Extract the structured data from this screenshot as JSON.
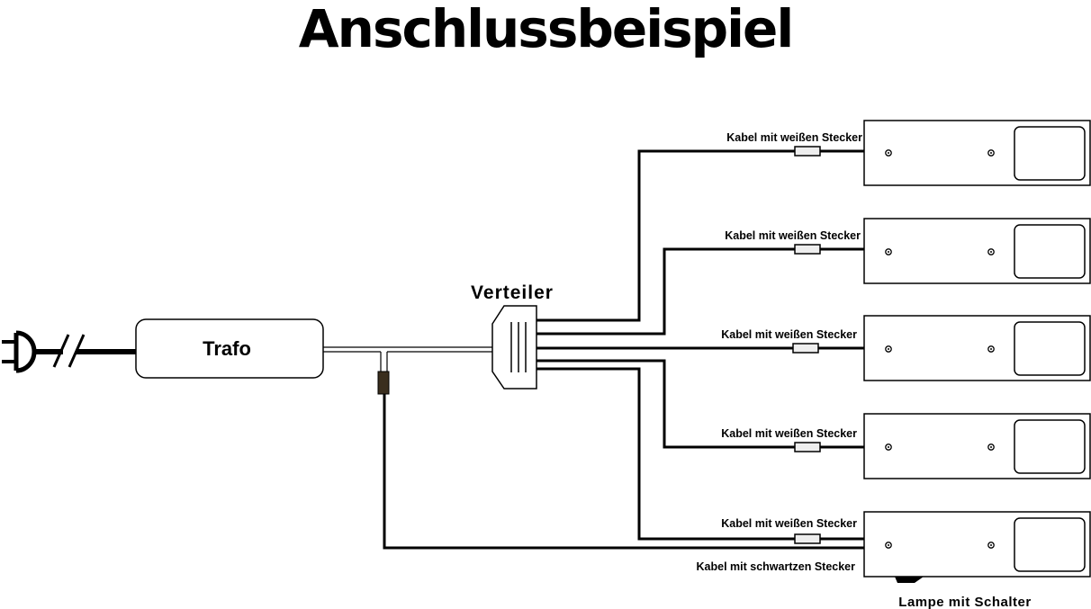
{
  "title": "Anschlussbeispiel",
  "components": {
    "transformer_label": "Trafo",
    "distributor_label": "Verteiler",
    "lamp_with_switch_label": "Lampe mit Schalter"
  },
  "cables": [
    {
      "label": "Kabel mit weißen Stecker"
    },
    {
      "label": "Kabel mit weißen Stecker"
    },
    {
      "label": "Kabel mit weißen Stecker"
    },
    {
      "label": "Kabel mit weißen Stecker"
    },
    {
      "label": "Kabel mit weißen Stecker"
    }
  ],
  "black_cable_label": "Kabel mit schwartzen Stecker",
  "icons": [
    "power-plug-icon",
    "cable-break-icon",
    "white-connector-icon",
    "black-connector-icon",
    "switch-icon"
  ],
  "colors": {
    "line": "#000000",
    "white_plug": "#eeeeee",
    "black_plug": "#3a2e1e",
    "background": "#ffffff"
  }
}
